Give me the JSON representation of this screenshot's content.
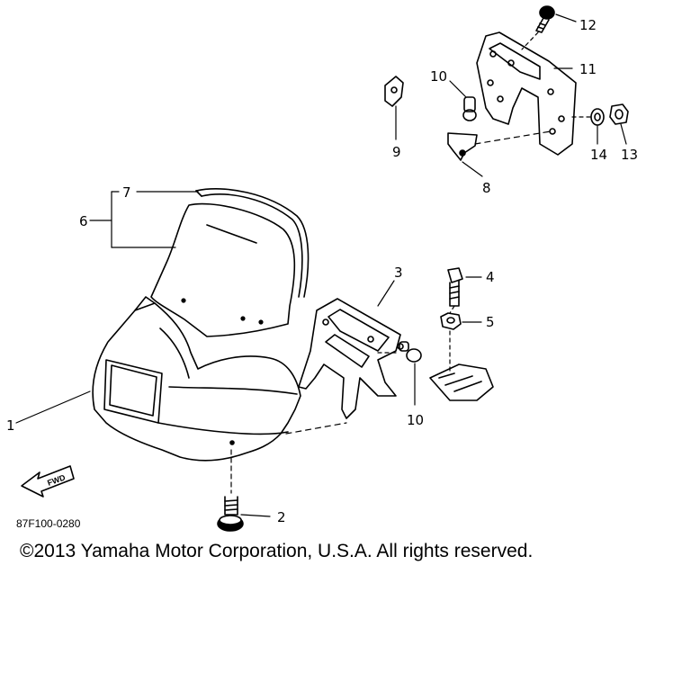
{
  "callouts": {
    "c1": "1",
    "c2": "2",
    "c3": "3",
    "c4": "4",
    "c5": "5",
    "c6": "6",
    "c7": "7",
    "c8": "8",
    "c9": "9",
    "c10a": "10",
    "c10b": "10",
    "c11": "11",
    "c12": "12",
    "c13": "13",
    "c14": "14"
  },
  "fwd_label": "FWD",
  "drawing_code": "87F100-0280",
  "copyright": "©2013 Yamaha Motor Corporation, U.S.A. All rights reserved."
}
